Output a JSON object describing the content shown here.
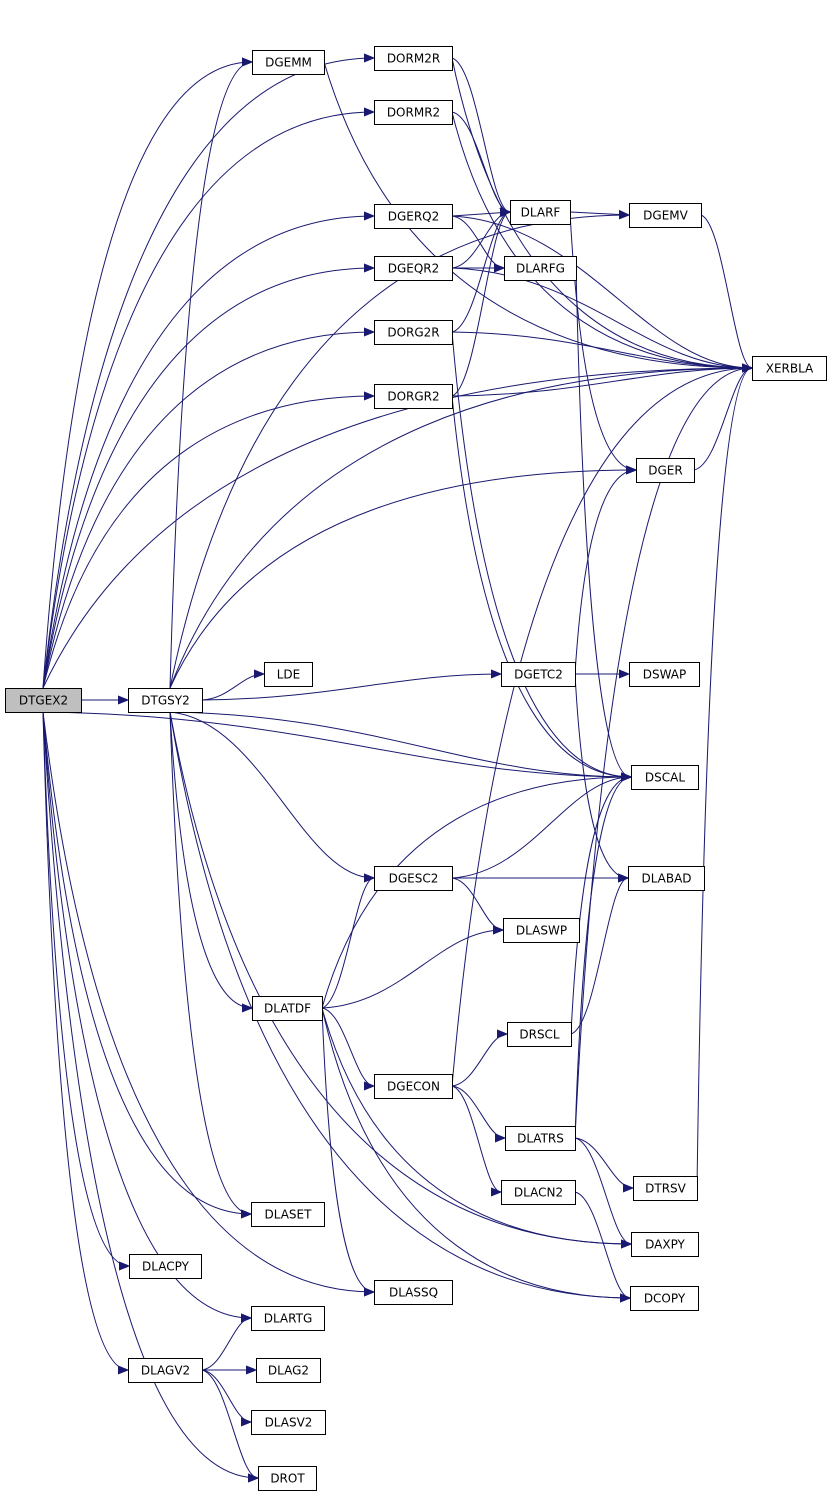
{
  "graph": {
    "root": "DTGEX2",
    "nodes": [
      {
        "id": "DTGEX2",
        "label": "DTGEX2",
        "root": true
      },
      {
        "id": "DTGSY2",
        "label": "DTGSY2"
      },
      {
        "id": "DGEMM",
        "label": "DGEMM"
      },
      {
        "id": "DORM2R",
        "label": "DORM2R"
      },
      {
        "id": "DORMR2",
        "label": "DORMR2"
      },
      {
        "id": "DGERQ2",
        "label": "DGERQ2"
      },
      {
        "id": "DGEQR2",
        "label": "DGEQR2"
      },
      {
        "id": "DORG2R",
        "label": "DORG2R"
      },
      {
        "id": "DORGR2",
        "label": "DORGR2"
      },
      {
        "id": "DLARF",
        "label": "DLARF"
      },
      {
        "id": "DLARFG",
        "label": "DLARFG"
      },
      {
        "id": "DGEMV",
        "label": "DGEMV"
      },
      {
        "id": "XERBLA",
        "label": "XERBLA"
      },
      {
        "id": "DGER",
        "label": "DGER"
      },
      {
        "id": "LDE",
        "label": "LDE"
      },
      {
        "id": "DGETC2",
        "label": "DGETC2"
      },
      {
        "id": "DSWAP",
        "label": "DSWAP"
      },
      {
        "id": "DSCAL",
        "label": "DSCAL"
      },
      {
        "id": "DGESC2",
        "label": "DGESC2"
      },
      {
        "id": "DLABAD",
        "label": "DLABAD"
      },
      {
        "id": "DLASWP",
        "label": "DLASWP"
      },
      {
        "id": "DLATDF",
        "label": "DLATDF"
      },
      {
        "id": "DRSCL",
        "label": "DRSCL"
      },
      {
        "id": "DGECON",
        "label": "DGECON"
      },
      {
        "id": "DLATRS",
        "label": "DLATRS"
      },
      {
        "id": "DLACN2",
        "label": "DLACN2"
      },
      {
        "id": "DTRSV",
        "label": "DTRSV"
      },
      {
        "id": "DLASET",
        "label": "DLASET"
      },
      {
        "id": "DAXPY",
        "label": "DAXPY"
      },
      {
        "id": "DLACPY",
        "label": "DLACPY"
      },
      {
        "id": "DLASSQ",
        "label": "DLASSQ"
      },
      {
        "id": "DCOPY",
        "label": "DCOPY"
      },
      {
        "id": "DLARTG",
        "label": "DLARTG"
      },
      {
        "id": "DLAGV2",
        "label": "DLAGV2"
      },
      {
        "id": "DLAG2",
        "label": "DLAG2"
      },
      {
        "id": "DLASV2",
        "label": "DLASV2"
      },
      {
        "id": "DROT",
        "label": "DROT"
      }
    ],
    "edges": [
      [
        "DTGEX2",
        "DGEMM"
      ],
      [
        "DTGEX2",
        "DORM2R"
      ],
      [
        "DTGEX2",
        "DORMR2"
      ],
      [
        "DTGEX2",
        "DGERQ2"
      ],
      [
        "DTGEX2",
        "DGEQR2"
      ],
      [
        "DTGEX2",
        "DORG2R"
      ],
      [
        "DTGEX2",
        "DORGR2"
      ],
      [
        "DTGEX2",
        "DTGSY2"
      ],
      [
        "DTGEX2",
        "DSCAL"
      ],
      [
        "DTGEX2",
        "DLASET"
      ],
      [
        "DTGEX2",
        "DLACPY"
      ],
      [
        "DTGEX2",
        "DLASSQ"
      ],
      [
        "DTGEX2",
        "DLARTG"
      ],
      [
        "DTGEX2",
        "DLAGV2"
      ],
      [
        "DTGEX2",
        "DROT"
      ],
      [
        "DTGEX2",
        "XERBLA"
      ],
      [
        "DTGSY2",
        "DGEMM"
      ],
      [
        "DTGSY2",
        "DGEMV"
      ],
      [
        "DTGSY2",
        "DGER"
      ],
      [
        "DTGSY2",
        "XERBLA"
      ],
      [
        "DTGSY2",
        "LDE"
      ],
      [
        "DTGSY2",
        "DGETC2"
      ],
      [
        "DTGSY2",
        "DSCAL"
      ],
      [
        "DTGSY2",
        "DGESC2"
      ],
      [
        "DTGSY2",
        "DLATDF"
      ],
      [
        "DTGSY2",
        "DLASET"
      ],
      [
        "DTGSY2",
        "DAXPY"
      ],
      [
        "DTGSY2",
        "DCOPY"
      ],
      [
        "DGEMM",
        "XERBLA"
      ],
      [
        "DORM2R",
        "DLARF"
      ],
      [
        "DORM2R",
        "XERBLA"
      ],
      [
        "DORMR2",
        "DLARF"
      ],
      [
        "DORMR2",
        "XERBLA"
      ],
      [
        "DGERQ2",
        "DLARF"
      ],
      [
        "DGERQ2",
        "DLARFG"
      ],
      [
        "DGERQ2",
        "XERBLA"
      ],
      [
        "DGEQR2",
        "DLARF"
      ],
      [
        "DGEQR2",
        "DLARFG"
      ],
      [
        "DGEQR2",
        "XERBLA"
      ],
      [
        "DORG2R",
        "DLARF"
      ],
      [
        "DORG2R",
        "DSCAL"
      ],
      [
        "DORG2R",
        "XERBLA"
      ],
      [
        "DORGR2",
        "DLARF"
      ],
      [
        "DORGR2",
        "DSCAL"
      ],
      [
        "DORGR2",
        "XERBLA"
      ],
      [
        "DLARF",
        "DGEMV"
      ],
      [
        "DLARF",
        "DGER"
      ],
      [
        "DLARFG",
        "DSCAL"
      ],
      [
        "DGEMV",
        "XERBLA"
      ],
      [
        "DGER",
        "XERBLA"
      ],
      [
        "DGETC2",
        "DGER"
      ],
      [
        "DGETC2",
        "DSWAP"
      ],
      [
        "DGETC2",
        "DLABAD"
      ],
      [
        "DGESC2",
        "DSCAL"
      ],
      [
        "DGESC2",
        "DLABAD"
      ],
      [
        "DGESC2",
        "DLASWP"
      ],
      [
        "DLATDF",
        "DGESC2"
      ],
      [
        "DLATDF",
        "DLASWP"
      ],
      [
        "DLATDF",
        "DSCAL"
      ],
      [
        "DLATDF",
        "DGECON"
      ],
      [
        "DLATDF",
        "DLASSQ"
      ],
      [
        "DLATDF",
        "DAXPY"
      ],
      [
        "DLATDF",
        "DCOPY"
      ],
      [
        "DGECON",
        "DRSCL"
      ],
      [
        "DGECON",
        "XERBLA"
      ],
      [
        "DGECON",
        "DLATRS"
      ],
      [
        "DGECON",
        "DLACN2"
      ],
      [
        "DRSCL",
        "DSCAL"
      ],
      [
        "DRSCL",
        "DLABAD"
      ],
      [
        "DLATRS",
        "XERBLA"
      ],
      [
        "DLATRS",
        "DSCAL"
      ],
      [
        "DLATRS",
        "DTRSV"
      ],
      [
        "DLATRS",
        "DAXPY"
      ],
      [
        "DLACN2",
        "DCOPY"
      ],
      [
        "DTRSV",
        "XERBLA"
      ],
      [
        "DLAGV2",
        "DLARTG"
      ],
      [
        "DLAGV2",
        "DLAG2"
      ],
      [
        "DLAGV2",
        "DLASV2"
      ],
      [
        "DLAGV2",
        "DROT"
      ]
    ]
  }
}
